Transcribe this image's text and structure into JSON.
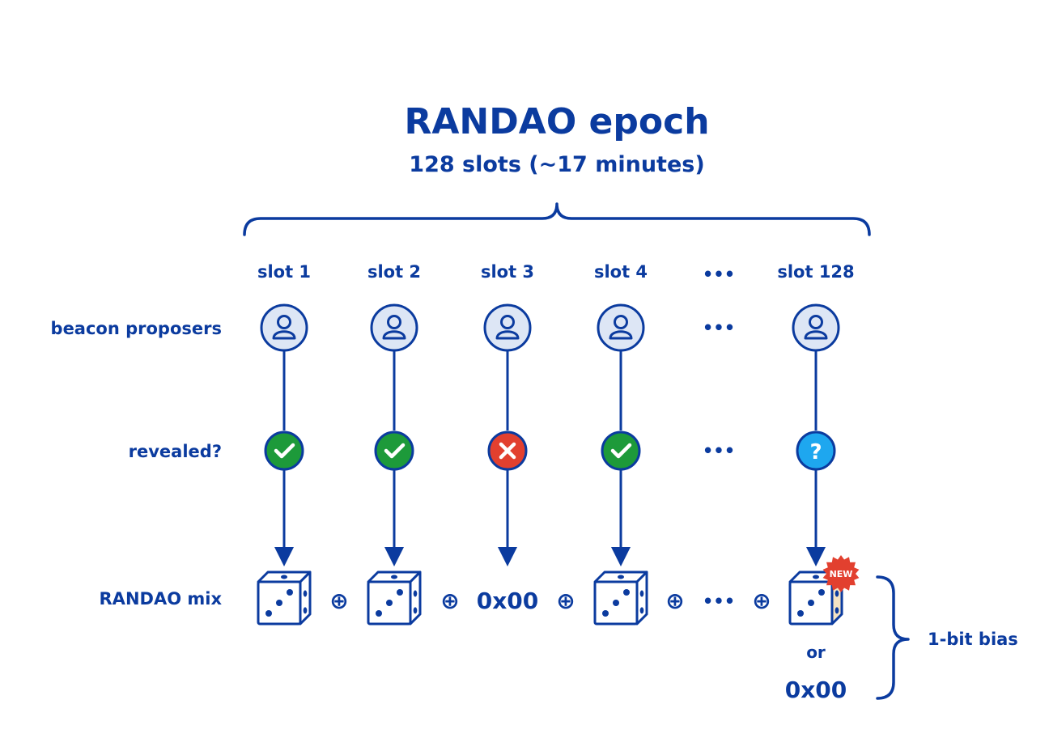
{
  "title": "RANDAO epoch",
  "subtitle": "128 slots (~17 minutes)",
  "row_labels": {
    "proposers": "beacon proposers",
    "revealed": "revealed?",
    "mix": "RANDAO mix"
  },
  "slots": [
    {
      "label": "slot 1",
      "revealed": "yes",
      "mix": "die"
    },
    {
      "label": "slot 2",
      "revealed": "yes",
      "mix": "die"
    },
    {
      "label": "slot 3",
      "revealed": "no",
      "mix": "0x00"
    },
    {
      "label": "slot 4",
      "revealed": "yes",
      "mix": "die"
    },
    {
      "label": "slot 128",
      "revealed": "unknown",
      "mix": "die-new"
    }
  ],
  "ellipsis": "•••",
  "xor_symbol": "⊕",
  "question_mark": "?",
  "new_badge": "NEW",
  "alt_or": "or",
  "alt_value": "0x00",
  "bias_label": "1-bit bias",
  "colors": {
    "primary": "#0b3b9f",
    "avatar_fill": "#dde6f5",
    "revealed_yes": "#1d9a3a",
    "revealed_no": "#e2402f",
    "revealed_unknown": "#1ea7ef",
    "new_badge": "#e2402f",
    "new_die_side": "#f4e3c3"
  },
  "icons": {
    "proposer": "user-icon",
    "revealed_yes": "check-icon",
    "revealed_no": "x-icon",
    "revealed_unknown": "question-icon",
    "mix_value": "dice-icon"
  }
}
